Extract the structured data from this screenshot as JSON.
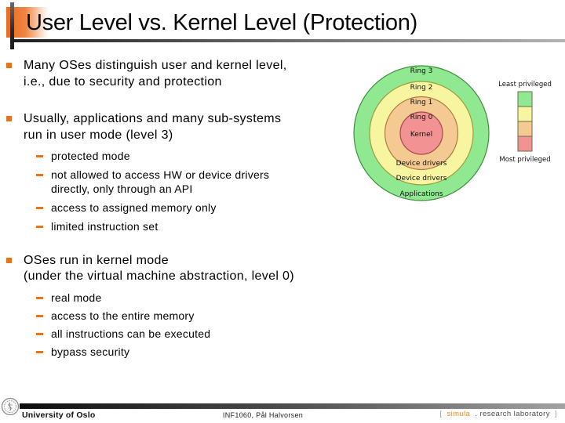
{
  "title": "User Level vs. Kernel Level (Protection)",
  "bullets": [
    {
      "lines": [
        "Many OSes distinguish user and kernel level,",
        "i.e., due to security and protection"
      ],
      "subs": []
    },
    {
      "lines": [
        "Usually, applications and many sub-systems",
        "run in user mode (level 3)"
      ],
      "subs": [
        {
          "lines": [
            "protected mode"
          ]
        },
        {
          "lines": [
            "not allowed to access HW or device drivers",
            "directly, only through an API"
          ]
        },
        {
          "lines": [
            "access to assigned memory only"
          ]
        },
        {
          "lines": [
            "limited instruction set"
          ]
        }
      ]
    },
    {
      "lines": [
        "OSes run in kernel mode",
        "(under the virtual machine abstraction, level 0)"
      ],
      "subs": [
        {
          "lines": [
            "real mode"
          ]
        },
        {
          "lines": [
            "access to the entire memory"
          ]
        },
        {
          "lines": [
            "all instructions can be executed"
          ]
        },
        {
          "lines": [
            "bypass security"
          ]
        }
      ]
    }
  ],
  "diagram": {
    "rings": [
      {
        "label": "Ring 3",
        "region_label": "Applications",
        "fill": "#90e890"
      },
      {
        "label": "Ring 2",
        "region_label": "Device drivers",
        "fill": "#f8f5a0"
      },
      {
        "label": "Ring 1",
        "region_label": "Device drivers",
        "fill": "#f5c992"
      },
      {
        "label": "Ring 0",
        "region_label": "Kernel",
        "fill": "#f29292"
      }
    ],
    "legend": {
      "least": "Least privileged",
      "most": "Most privileged"
    }
  },
  "footer": {
    "left": "University of Oslo",
    "center": "INF1060, Pål Halvorsen",
    "right": {
      "open": "[",
      "brand": "simula",
      "rest": ". research laboratory",
      "close": "]"
    }
  },
  "colors": {
    "accent_orange": "#e8731c",
    "brand_orange": "#ee8822"
  }
}
